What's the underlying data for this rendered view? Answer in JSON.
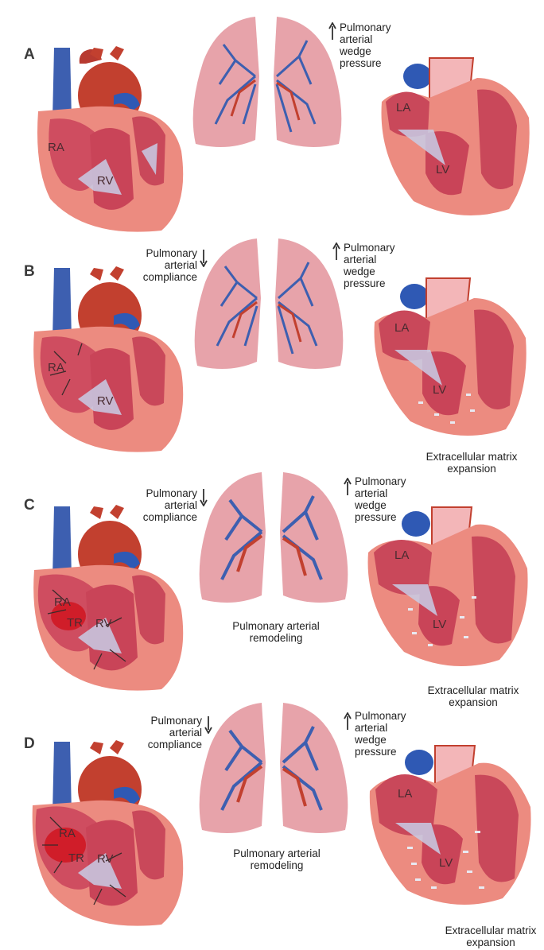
{
  "panels": [
    {
      "letter": "A",
      "chambers": {
        "ra": "RA",
        "rv": "RV",
        "la": "LA",
        "lv": "LV"
      },
      "wedge": "Pulmonary arterial wedge pressure"
    },
    {
      "letter": "B",
      "chambers": {
        "ra": "RA",
        "rv": "RV",
        "la": "LA",
        "lv": "LV"
      },
      "compliance": "Pulmonary arterial compliance",
      "wedge": "Pulmonary arterial wedge pressure",
      "ecm": "Extracellular matrix expansion"
    },
    {
      "letter": "C",
      "chambers": {
        "ra": "RA",
        "rv": "RV",
        "la": "LA",
        "lv": "LV",
        "tr": "TR"
      },
      "compliance": "Pulmonary arterial compliance",
      "wedge": "Pulmonary arterial wedge pressure",
      "remodeling": "Pulmonary arterial remodeling",
      "ecm": "Extracellular matrix expansion"
    },
    {
      "letter": "D",
      "chambers": {
        "ra": "RA",
        "rv": "RV",
        "la": "LA",
        "lv": "LV",
        "tr": "TR"
      },
      "compliance": "Pulmonary arterial compliance",
      "wedge": "Pulmonary arterial wedge pressure",
      "remodeling": "Pulmonary arterial remodeling",
      "ecm": "Extracellular matrix expansion"
    }
  ],
  "colors": {
    "myocardium": "#e8827a",
    "chamber": "#c9485a",
    "vein": "#3d5fb0",
    "artery": "#c2402f",
    "lung": "#e7a3aa",
    "valve": "#c8cde6"
  }
}
